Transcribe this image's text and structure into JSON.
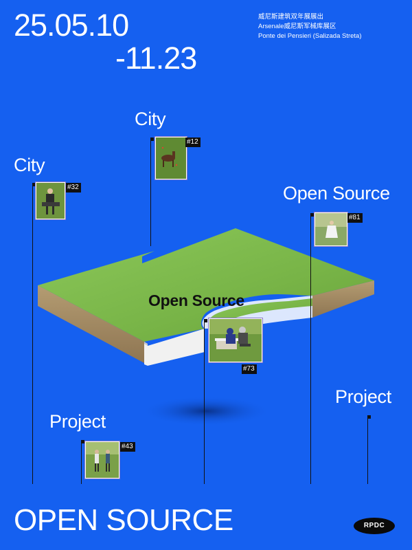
{
  "header": {
    "date_line1": "25.05.10",
    "date_line2": "-11.23",
    "venue_line1": "威尼斯建筑双年展展出",
    "venue_line2": "Arsenale威尼斯军械库展区",
    "venue_line3": "Ponte dei Pensieri (Salizada Streta)"
  },
  "tags": {
    "city_top": "City",
    "city_left": "City",
    "open_source_right": "Open Source",
    "open_source_center": "Open Source",
    "project_left": "Project",
    "project_right": "Project"
  },
  "photos": {
    "p12": "#12",
    "p32": "#32",
    "p81": "#81",
    "p73": "#73",
    "p43": "#43"
  },
  "footer": {
    "title": "OPEN SOURCE",
    "logo_text": "RPDC"
  },
  "colors": {
    "background": "#1560f0",
    "grass": "#7ab648",
    "soil": "#a08660",
    "text": "#ffffff"
  }
}
